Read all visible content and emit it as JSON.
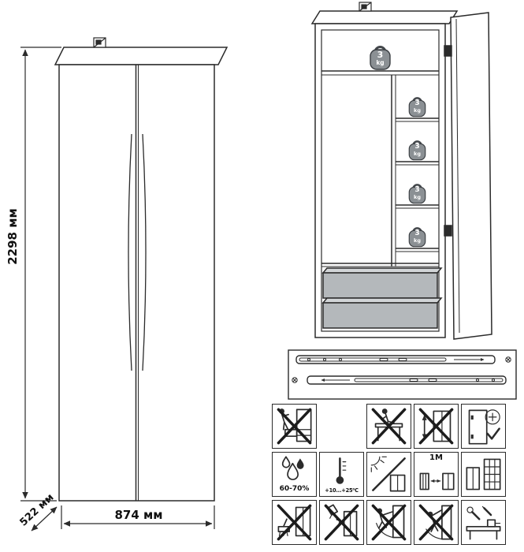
{
  "dimensions": {
    "height": "2298 мм",
    "depth": "522 мм",
    "width": "874 мм"
  },
  "weight": {
    "value": "3",
    "unit": "kg"
  },
  "care": {
    "humidity": "60-70%",
    "temperature": "+10...+25⁰C",
    "distance": "1M"
  },
  "colors": {
    "line": "#2b2b2b",
    "drawer_fill": "#b4b8bb",
    "drawer_top": "#d2d5d7",
    "weight_fill": "#8b9094"
  },
  "pictograms": {
    "row1": [
      "no-standing-on-drawers",
      "no-sitting-on-top",
      "no-tilting",
      "check-and-adjust-fittings"
    ],
    "row2": [
      "humidity-range",
      "temperature-range",
      "avoid-direct-sunlight",
      "keep-1m-from-heat-sources",
      "away-from-radiators"
    ],
    "row3": [
      "no-wet-cleaning",
      "no-aggressive-liquids",
      "no-swinging-on-door",
      "no-hanging-on-door",
      "assemble-with-proper-tools"
    ]
  }
}
